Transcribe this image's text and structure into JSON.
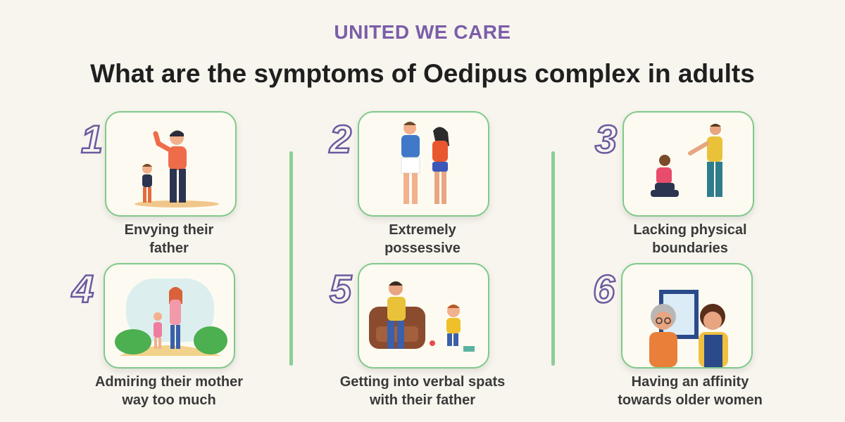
{
  "brand": "UNITED WE CARE",
  "headline": "What are the symptoms of Oedipus complex in adults",
  "items": [
    {
      "number": "1",
      "caption_line1": "Envying their",
      "caption_line2": "father",
      "illustration": "father-scolding-child"
    },
    {
      "number": "2",
      "caption_line1": "Extremely",
      "caption_line2": "possessive",
      "illustration": "arguing-couple"
    },
    {
      "number": "3",
      "caption_line1": "Lacking physical",
      "caption_line2": "boundaries",
      "illustration": "person-pointing-at-kneeling-person"
    },
    {
      "number": "4",
      "caption_line1": "Admiring their mother",
      "caption_line2": "way too much",
      "illustration": "mother-and-child-walking"
    },
    {
      "number": "5",
      "caption_line1": "Getting into verbal spats",
      "caption_line2": "with their father",
      "illustration": "father-and-shouting-child"
    },
    {
      "number": "6",
      "caption_line1": "Having an affinity",
      "caption_line2": "towards older women",
      "illustration": "older-and-younger-woman"
    }
  ],
  "colors": {
    "brand": "#7b5ea8",
    "card_border": "#7fc98a",
    "number_outline": "#6a5aa0",
    "divider": "#8ccf95",
    "background": "#f7f5ee"
  }
}
